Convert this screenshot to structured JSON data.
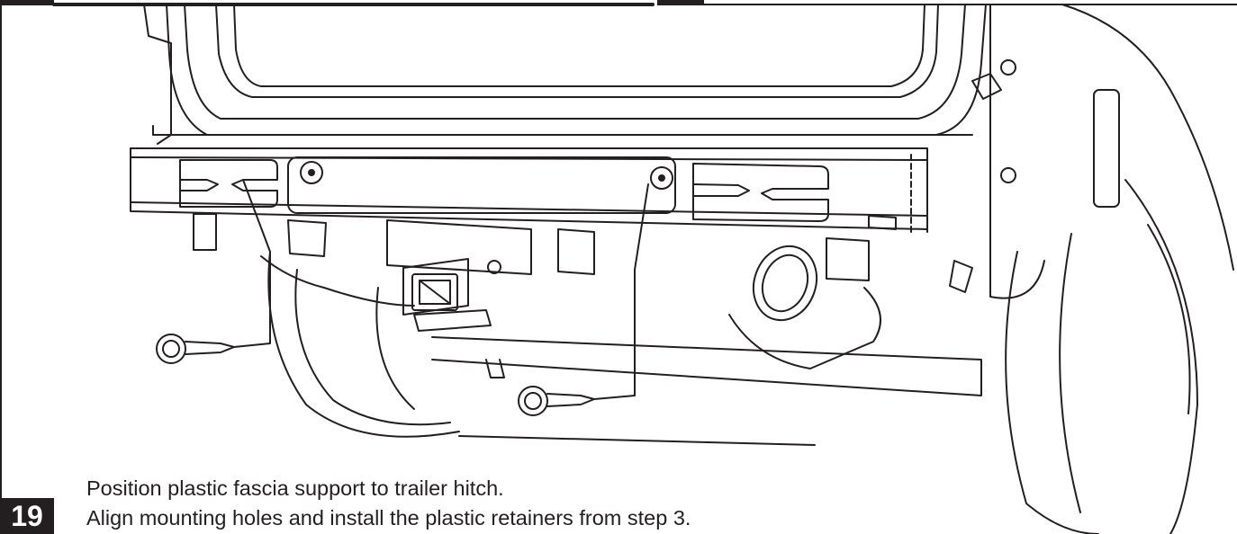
{
  "step": {
    "number": "19",
    "instructions": [
      "Position plastic fascia support to trailer hitch.",
      "Align mounting holes and install the plastic retainers from step 3."
    ]
  },
  "colors": {
    "ink": "#231f20",
    "paper": "#ffffff"
  },
  "icons": {
    "retainer_left": "plastic-retainer-icon",
    "retainer_right": "plastic-retainer-icon"
  }
}
